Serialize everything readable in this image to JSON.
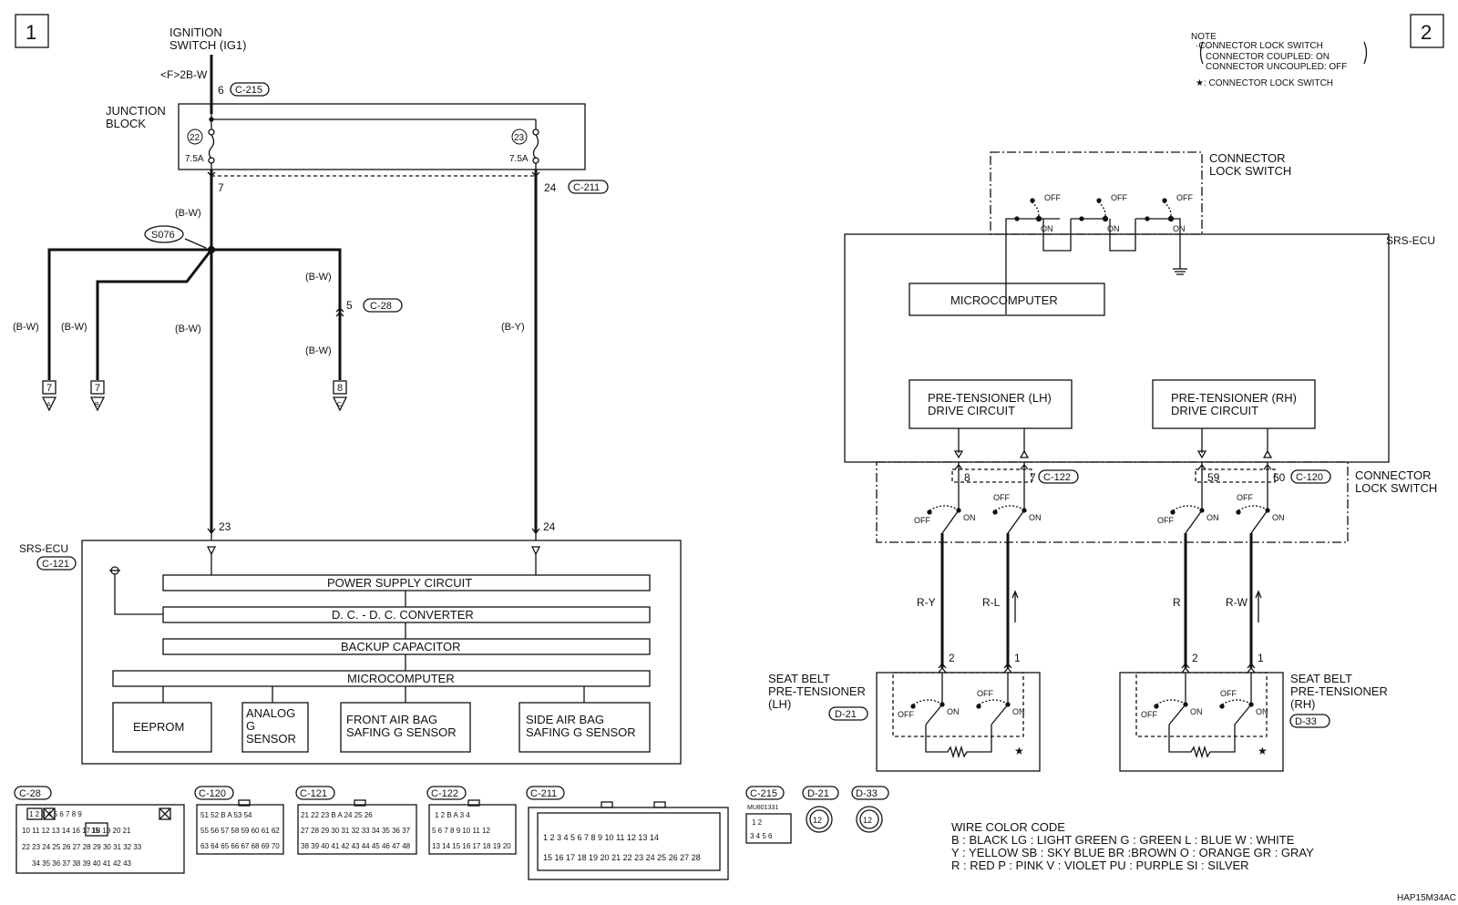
{
  "page": {
    "left_number": "1",
    "right_number": "2",
    "drawing_id": "HAP15M34AC"
  },
  "note": {
    "title": "NOTE",
    "line1": "·CONNECTOR LOCK SWITCH",
    "line2": "CONNECTOR COUPLED: ON",
    "line3": "CONNECTOR UNCOUPLED: OFF",
    "line4": "★: CONNECTOR LOCK SWITCH"
  },
  "left": {
    "ignition_line1": "IGNITION",
    "ignition_line2": "SWITCH (IG1)",
    "feed_wire": "<F>2B-W",
    "pin6": "6",
    "c215": "C-215",
    "junction_line1": "JUNCTION",
    "junction_line2": "BLOCK",
    "fuse22": "22",
    "fuse23": "23",
    "fuse22_rating": "7.5A",
    "fuse23_rating": "7.5A",
    "pin7": "7",
    "pin24": "24",
    "c211": "C-211",
    "bw": "(B-W)",
    "by": "(B-Y)",
    "splice": "S076",
    "pin5": "5",
    "c28": "C-28",
    "ref7a_num": "7",
    "ref7a_letter": "A",
    "ref7b_num": "7",
    "ref7b_letter": "B",
    "ref8c_num": "8",
    "ref8c_letter": "C",
    "ecu_pin23": "23",
    "ecu_pin24": "24",
    "ecu_label": "SRS-ECU",
    "c121": "C-121",
    "power_supply": "POWER SUPPLY CIRCUIT",
    "dcdc": "D. C. - D. C. CONVERTER",
    "backup": "BACKUP CAPACITOR",
    "micro": "MICROCOMPUTER",
    "eeprom": "EEPROM",
    "analog1": "ANALOG",
    "analog2": "G",
    "analog3": "SENSOR",
    "front1": "FRONT AIR BAG",
    "front2": "SAFING G SENSOR",
    "side1": "SIDE AIR BAG",
    "side2": "SAFING G SENSOR"
  },
  "right": {
    "cls_top_line1": "CONNECTOR",
    "cls_top_line2": "LOCK SWITCH",
    "off": "OFF",
    "on": "ON",
    "ecu_label": "SRS-ECU",
    "micro": "MICROCOMPUTER",
    "pt_lh1": "PRE-TENSIONER (LH)",
    "pt_lh2": "DRIVE CIRCUIT",
    "pt_rh1": "PRE-TENSIONER (RH)",
    "pt_rh2": "DRIVE CIRCUIT",
    "cls_mid_line1": "CONNECTOR",
    "cls_mid_line2": "LOCK SWITCH",
    "pin8": "8",
    "pin7": "7",
    "c122": "C-122",
    "pin59": "59",
    "pin60": "60",
    "c120": "C-120",
    "wire_ry": "R-Y",
    "wire_rl": "R-L",
    "wire_r": "R",
    "wire_rw": "R-W",
    "pin2": "2",
    "pin1": "1",
    "sb_lh1": "SEAT BELT",
    "sb_lh2": "PRE-TENSIONER",
    "sb_lh3": "(LH)",
    "d21": "D-21",
    "sb_rh1": "SEAT BELT",
    "sb_rh2": "PRE-TENSIONER",
    "sb_rh3": "(RH)",
    "d33": "D-33",
    "star": "★"
  },
  "connectors": {
    "c28": "C-28",
    "c120": "C-120",
    "c121": "C-121",
    "c122": "C-122",
    "c211": "C-211",
    "c215": "C-215",
    "c215_part": "MU801331",
    "d21": "D-21",
    "d33": "D-33",
    "c28_rows": [
      "1 2 3 4   5 6 7 8 9",
      "10 11 12 13 14   16 17 18 19 20 21",
      "22 23 24 25 26  27  28 29  30 31 32 33",
      "34 35 36 37  38  39 40  41 42 43"
    ],
    "c28_mid": "15",
    "c120_rows": [
      "51 52  B  A  53 54",
      "55 56 57 58 59 60 61 62",
      "63 64 65 66 67 68 69 70"
    ],
    "c121_rows": [
      "21 22 23  B  A  24 25 26",
      "27 28 29 30 31 32 33 34 35 36 37",
      "38 39 40 41 42 43 44 45 46 47 48"
    ],
    "c122_rows": [
      "1 2  B  A  3 4",
      "5 6 7 8 9 10 11 12",
      "13 14 15 16 17 18 19 20"
    ],
    "c211_rows": [
      "1 2 3 4 5 6 7 8 9 10 11 12 13 14",
      "15 16 17 18 19 20 21 22 23 24 25 26 27 28"
    ],
    "c215_rows": [
      "1   2",
      "3 4 5 6"
    ],
    "round_pins": "12"
  },
  "wire_code": {
    "title": "WIRE COLOR CODE",
    "line1": "B : BLACK    LG : LIGHT GREEN    G : GREEN    L : BLUE    W : WHITE",
    "line2": "Y : YELLOW    SB : SKY BLUE    BR :BROWN    O : ORANGE    GR : GRAY",
    "line3": "R : RED    P : PINK    V : VIOLET    PU : PURPLE    SI : SILVER"
  }
}
